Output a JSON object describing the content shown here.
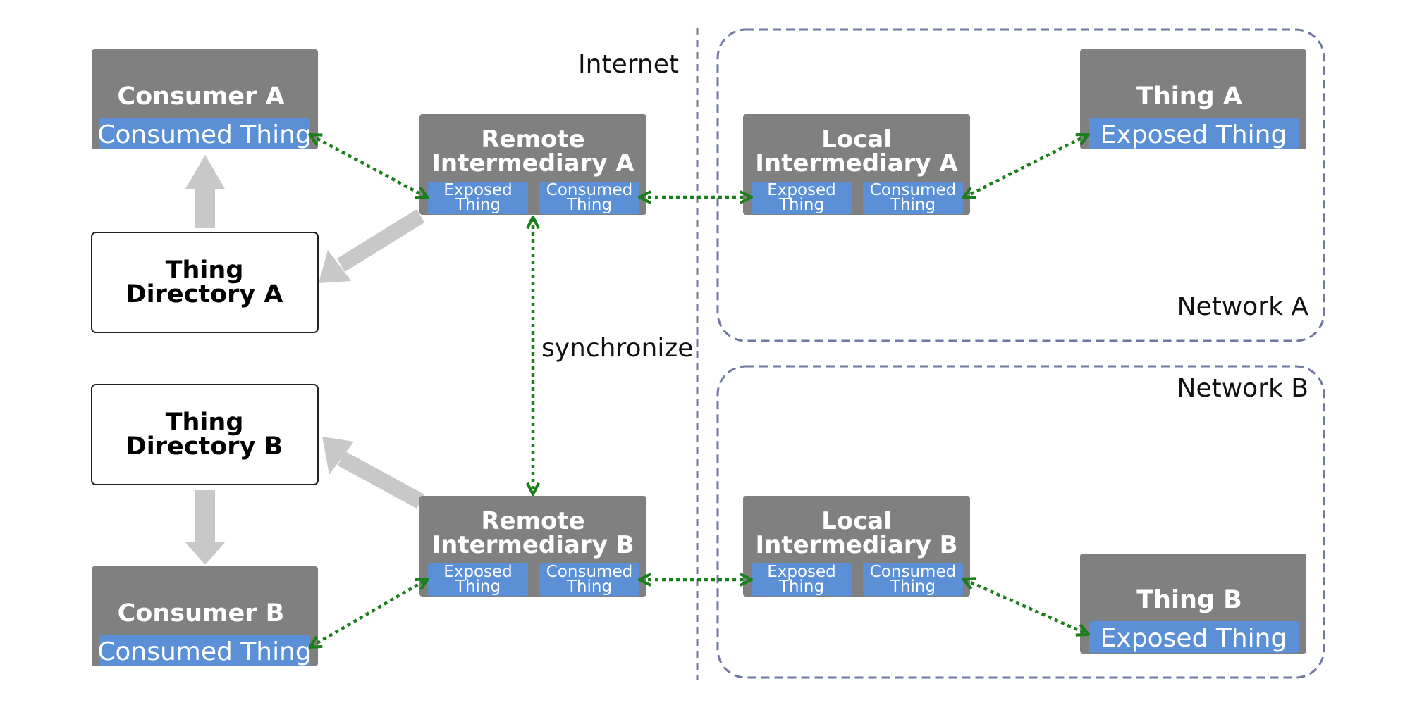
{
  "labels": {
    "internet": "Internet",
    "network_a": "Network A",
    "network_b": "Network B",
    "synchronize": "synchronize"
  },
  "consumer_a": {
    "title": "Consumer A",
    "chip": "Consumed Thing"
  },
  "consumer_b": {
    "title": "Consumer B",
    "chip": "Consumed Thing"
  },
  "directory_a": {
    "line1": "Thing",
    "line2": "Directory A"
  },
  "directory_b": {
    "line1": "Thing",
    "line2": "Directory B"
  },
  "remote_a": {
    "line1": "Remote",
    "line2": "Intermediary A",
    "exposed_1": "Exposed",
    "exposed_2": "Thing",
    "consumed_1": "Consumed",
    "consumed_2": "Thing"
  },
  "remote_b": {
    "line1": "Remote",
    "line2": "Intermediary B",
    "exposed_1": "Exposed",
    "exposed_2": "Thing",
    "consumed_1": "Consumed",
    "consumed_2": "Thing"
  },
  "local_a": {
    "line1": "Local",
    "line2": "Intermediary A",
    "exposed_1": "Exposed",
    "exposed_2": "Thing",
    "consumed_1": "Consumed",
    "consumed_2": "Thing"
  },
  "local_b": {
    "line1": "Local",
    "line2": "Intermediary B",
    "exposed_1": "Exposed",
    "exposed_2": "Thing",
    "consumed_1": "Consumed",
    "consumed_2": "Thing"
  },
  "thing_a": {
    "title": "Thing A",
    "chip": "Exposed Thing"
  },
  "thing_b": {
    "title": "Thing B",
    "chip": "Exposed Thing"
  },
  "colors": {
    "node_gray": "#808080",
    "chip_blue": "#5b8fd6",
    "link_green": "#1a7f1a",
    "flow_gray": "#c8c8c8",
    "boundary_dash": "#6f78a0"
  }
}
